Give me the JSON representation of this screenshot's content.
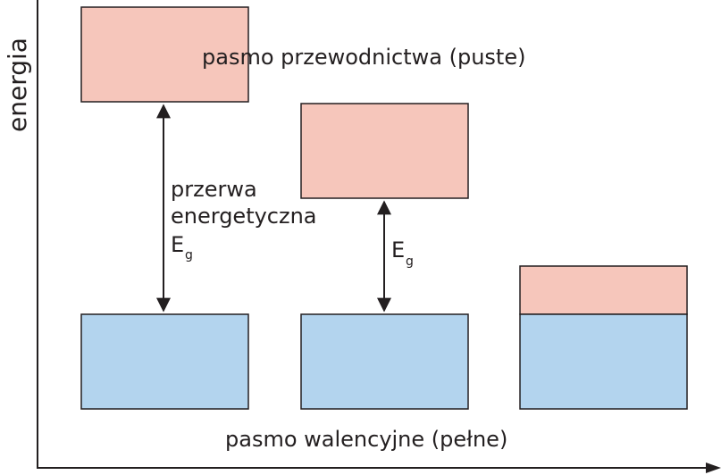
{
  "axis": {
    "y_label": "energia"
  },
  "labels": {
    "conduction_band": "pasmo przewodnictwa (puste)",
    "valence_band": "pasmo walencyjne (pełne)",
    "gap_line1": "przerwa",
    "gap_line2": "energetyczna",
    "gap_symbol_E": "E",
    "gap_symbol_sub": "g",
    "gap2_symbol_E": "E",
    "gap2_symbol_sub": "g"
  },
  "colors": {
    "conduction_band": "#f6c6bb",
    "valence_band": "#b3d4ee",
    "line": "#231f20"
  }
}
